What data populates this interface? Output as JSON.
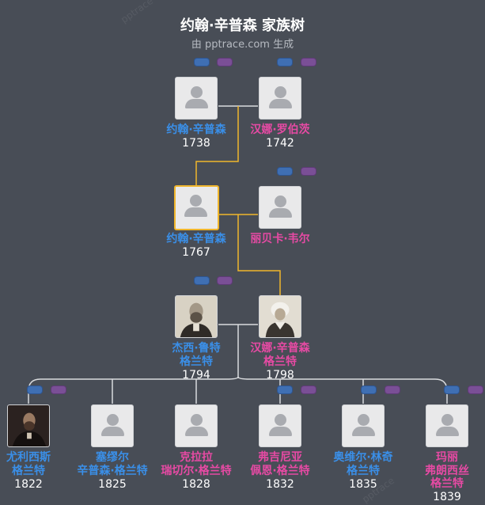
{
  "title": "约翰·辛普森 家族树",
  "subtitle": "由 pptrace.com 生成",
  "watermark": "pptrace",
  "colors": {
    "background": "#484d56",
    "male": "#3a8fe8",
    "female": "#e74aa4",
    "line_ancestor": "#f0b62c",
    "line_descendant": "#d9dbde",
    "selected_border": "#f0b62c"
  },
  "people": {
    "gen1_husband": {
      "name": "约翰·辛普森",
      "year": "1738"
    },
    "gen1_wife": {
      "name": "汉娜·罗伯茨",
      "year": "1742"
    },
    "gen2_husband": {
      "name": "约翰·辛普森",
      "year": "1767"
    },
    "gen2_wife": {
      "name": "丽贝卡·韦尔",
      "year": ""
    },
    "gen3_husband": {
      "name1": "杰西·鲁特",
      "name2": "格兰特",
      "year": "1794"
    },
    "gen3_wife": {
      "name1": "汉娜·辛普森",
      "name2": "格兰特",
      "year": "1798"
    },
    "children": [
      {
        "name1": "尤利西斯",
        "name2": "格兰特",
        "name3": "",
        "year": "1822",
        "gender": "m"
      },
      {
        "name1": "塞缪尔",
        "name2": "辛普森·格兰特",
        "name3": "",
        "year": "1825",
        "gender": "m"
      },
      {
        "name1": "克拉拉",
        "name2": "瑞切尔·格兰特",
        "name3": "",
        "year": "1828",
        "gender": "f"
      },
      {
        "name1": "弗吉尼亚",
        "name2": "佩恩·格兰特",
        "name3": "",
        "year": "1832",
        "gender": "f"
      },
      {
        "name1": "奥维尔·林奇",
        "name2": "格兰特",
        "name3": "",
        "year": "1835",
        "gender": "m"
      },
      {
        "name1": "玛丽",
        "name2": "弗朗西丝",
        "name3": "格兰特",
        "year": "1839",
        "gender": "f"
      }
    ]
  },
  "icons": {
    "avatar": "person-silhouette-icon",
    "expand_father": "parent-link-blue-icon",
    "expand_mother": "parent-link-purple-icon"
  }
}
